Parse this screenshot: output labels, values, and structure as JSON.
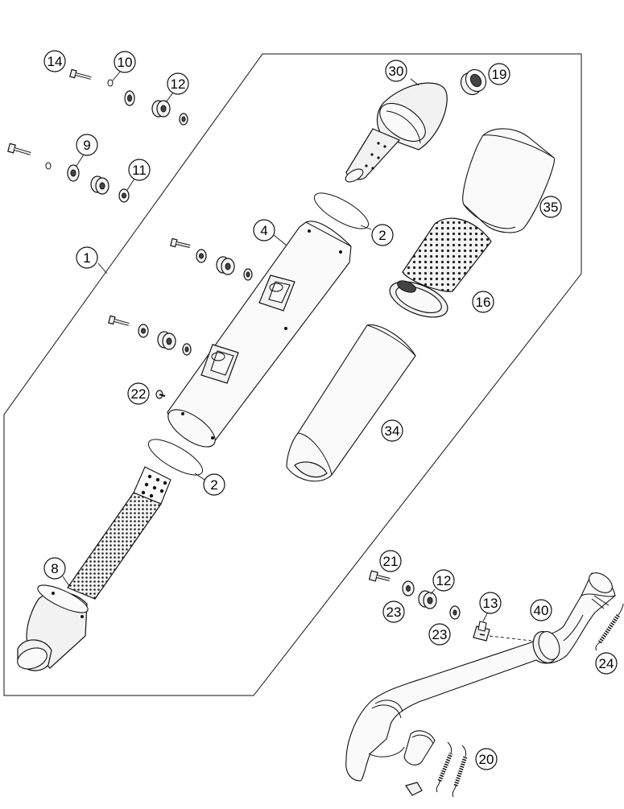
{
  "callouts": {
    "c1": "1",
    "c2a": "2",
    "c2b": "2",
    "c4": "4",
    "c8": "8",
    "c9": "9",
    "c10": "10",
    "c11": "11",
    "c12a": "12",
    "c12b": "12",
    "c13": "13",
    "c14": "14",
    "c16": "16",
    "c19": "19",
    "c20": "20",
    "c21": "21",
    "c22": "22",
    "c23a": "23",
    "c23b": "23",
    "c24": "24",
    "c30": "30",
    "c34": "34",
    "c35": "35",
    "c40": "40"
  }
}
